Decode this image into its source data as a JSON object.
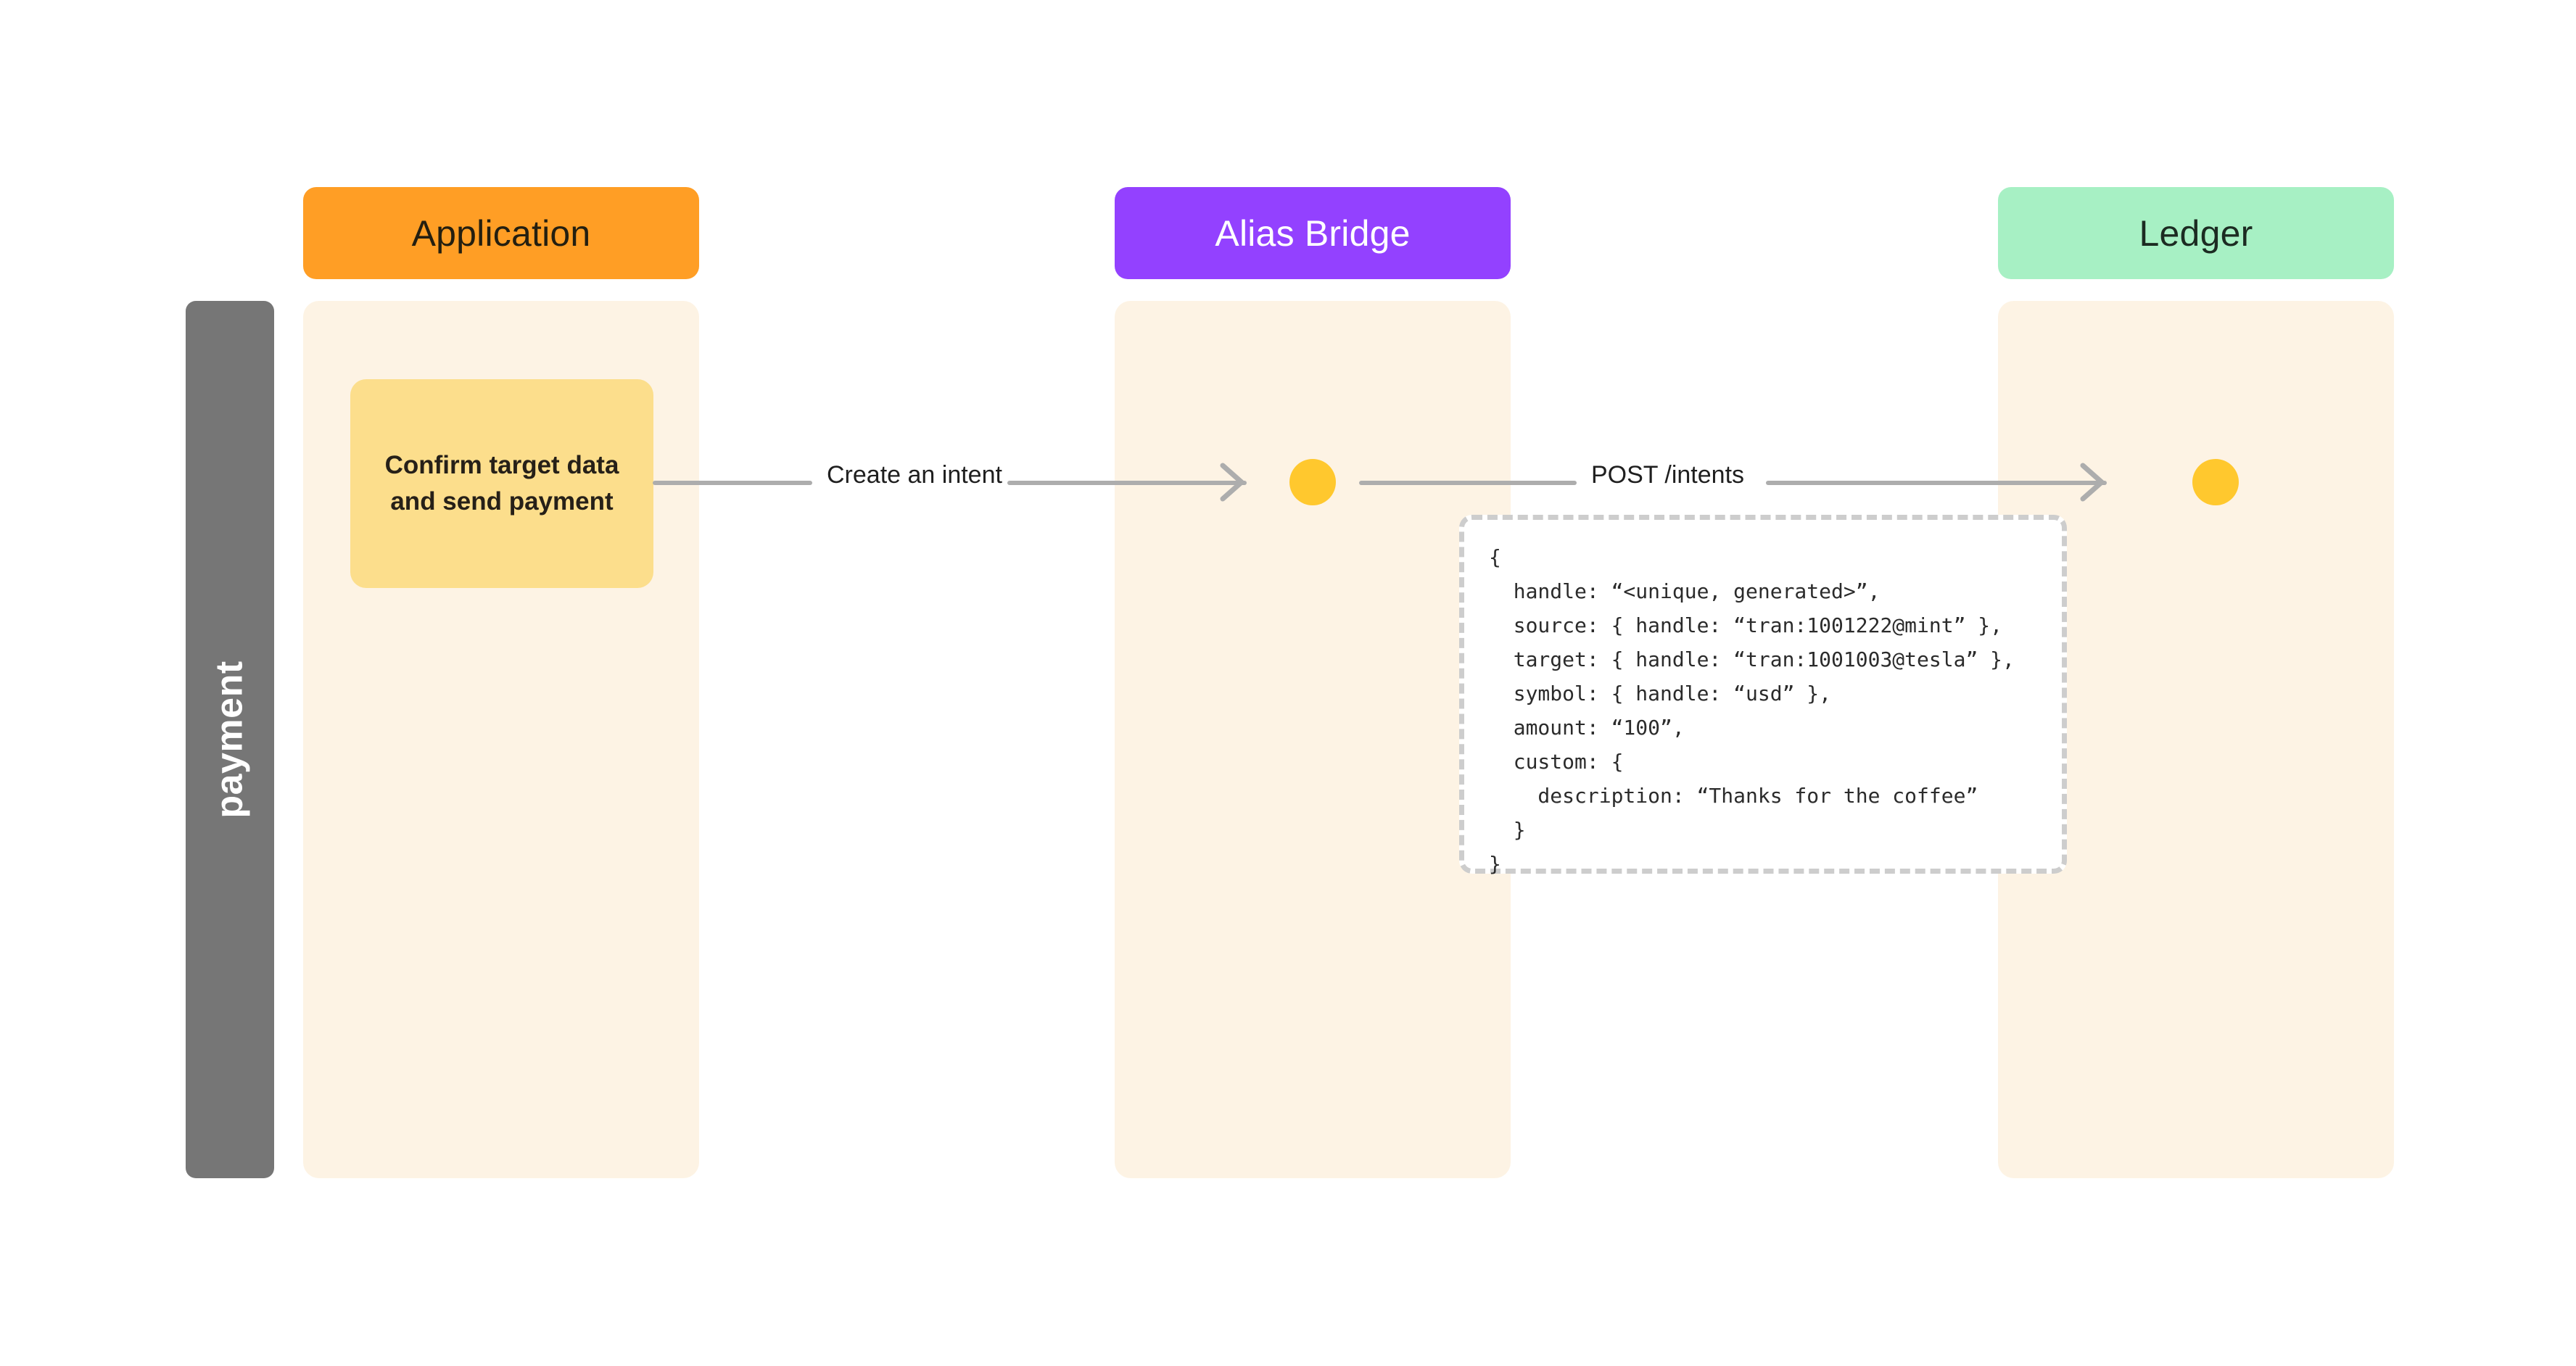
{
  "diagram": {
    "phase": {
      "label": "payment"
    },
    "lanes": [
      {
        "id": "application",
        "title": "Application",
        "color": "#FF9E25",
        "text_color": "#241F10"
      },
      {
        "id": "alias-bridge",
        "title": "Alias Bridge",
        "color": "#9341FF",
        "text_color": "#FFFFFF"
      },
      {
        "id": "ledger",
        "title": "Ledger",
        "color": "#A7F0C4",
        "text_color": "#1C2B22"
      }
    ],
    "lane_body_color": "#FDF3E4",
    "task_card": {
      "label": "Confirm target data and send payment",
      "color": "#FCDE8C"
    },
    "connectors": [
      {
        "id": "create-intent",
        "label": "Create an intent",
        "from": "application",
        "to": "alias-bridge",
        "color": "#ADADAD"
      },
      {
        "id": "post-intents",
        "label": "POST /intents",
        "from": "alias-bridge",
        "to": "ledger",
        "color": "#ADADAD"
      }
    ],
    "nodes": [
      {
        "id": "bridge-node",
        "lane": "alias-bridge",
        "color": "#FFC82E"
      },
      {
        "id": "ledger-node",
        "lane": "ledger",
        "color": "#FFC82E"
      }
    ],
    "payload": {
      "border_color": "#CDCDCD",
      "code": "{\n  handle: “<unique, generated>”,\n  source: { handle: “tran:1001222@mint” },\n  target: { handle: “tran:1001003@tesla” },\n  symbol: { handle: “usd” },\n  amount: “100”,\n  custom: {\n    description: “Thanks for the coffee”\n  }\n}"
    }
  }
}
